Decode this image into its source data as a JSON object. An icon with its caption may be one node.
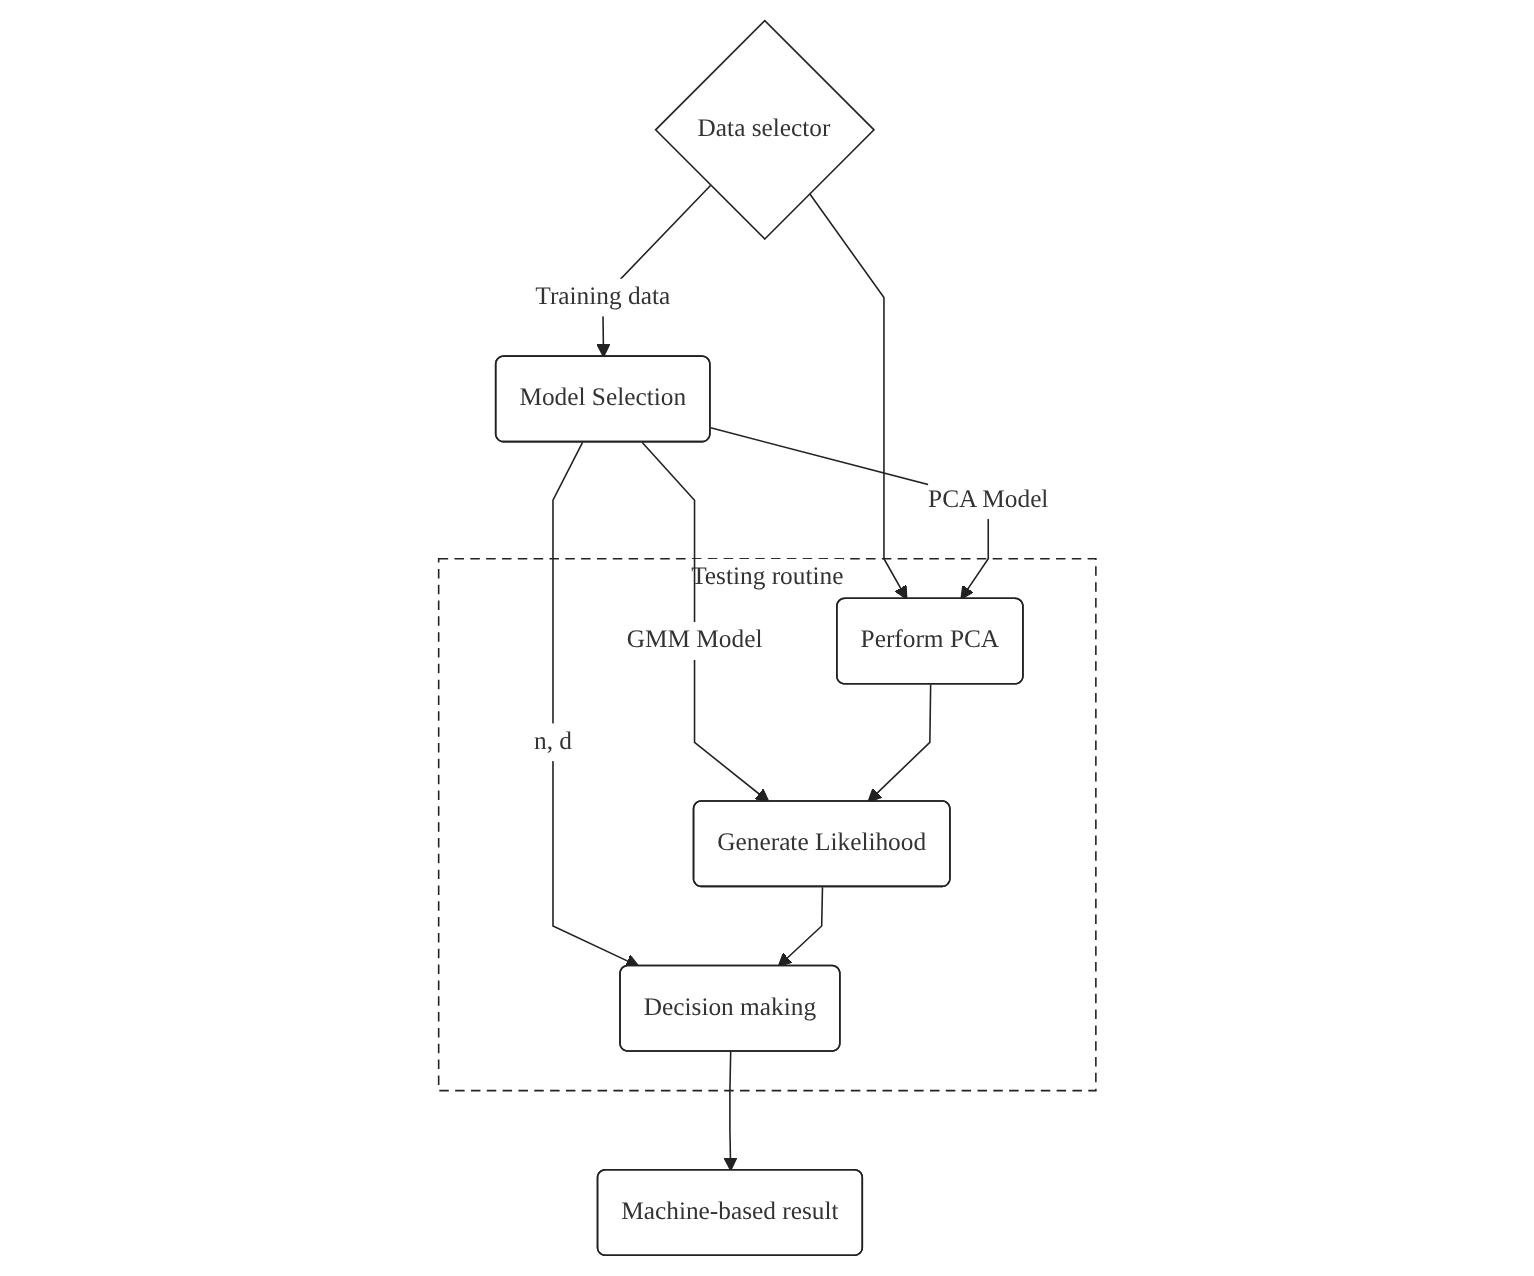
{
  "diagram": {
    "nodes": [
      {
        "text": [
          "Model Selection"
        ]
      },
      {
        "text": [
          "Data selector"
        ]
      },
      {
        "text": [
          "Testing routine"
        ]
      },
      {
        "text": [
          "Perform PCA"
        ],
        "in": 2
      },
      {
        "text": [
          "Generate Likelihood"
        ],
        "in": 2
      },
      {
        "text": [
          "Decision making"
        ],
        "in": 2
      },
      {
        "text": [
          "Machine-based result"
        ]
      }
    ],
    "edges": [
      {
        "from": 1,
        "to": 0,
        "arrow": "to",
        "label": "Training data"
      },
      {
        "from": 1,
        "to": 3,
        "arrow": "to"
      },
      {
        "from": 0,
        "to": 3,
        "arrow": "to",
        "label": "PCA Model"
      },
      {
        "from": 0,
        "to": 4,
        "arrow": "to",
        "label": "GMM Model"
      },
      {
        "from": 0,
        "to": 5,
        "arrow": "to",
        "label": "n, d"
      },
      {
        "from": 3,
        "to": 4,
        "arrow": "to"
      },
      {
        "from": 4,
        "to": 5,
        "arrow": "to"
      },
      {
        "from": 5,
        "to": 6,
        "arrow": "to"
      }
    ]
  }
}
